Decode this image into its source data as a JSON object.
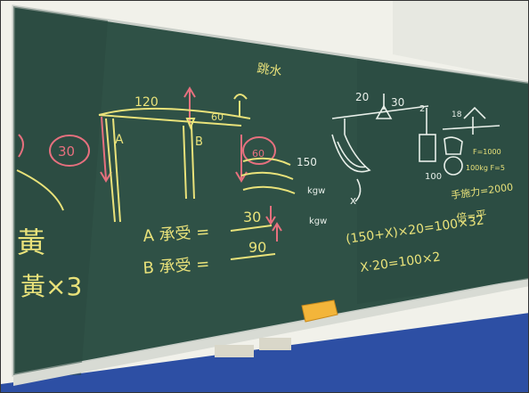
{
  "colors": {
    "board": "#2f5146",
    "board_dark": "#22392f",
    "chalk_yellow": "#e9e27a",
    "chalk_pink": "#e6707e",
    "chalk_white": "#e8efe9",
    "wall": "#f1f1ea",
    "lower_wall": "#2d4fa4",
    "eraser": "#f3b53a"
  },
  "board": {
    "top_left": {
      "n120": "120",
      "n30": "30",
      "n60": "60",
      "label_A": "A",
      "label_B": "B",
      "jump_water": "跳水",
      "n60_circle": "60",
      "n150": "150"
    },
    "bottom_left": {
      "yellow_char": "黃",
      "yellow_x3": "黃×3",
      "A_bear": "A 承受 =",
      "B_bear": "B 承受 =",
      "val30": "30",
      "val90": "90"
    },
    "right": {
      "n20": "20",
      "n30": "30",
      "n2": "2",
      "n18": "18",
      "n100": "100",
      "kgw1": "kgw",
      "kgw2": "kgw",
      "x": "x",
      "equation1": "(150+X)×20=100×32",
      "equation2": "X·20=100×2",
      "force": "手施力=2000",
      "ratio": "倍=平",
      "f1": "F=1000",
      "f2": "100kg F=5"
    }
  }
}
